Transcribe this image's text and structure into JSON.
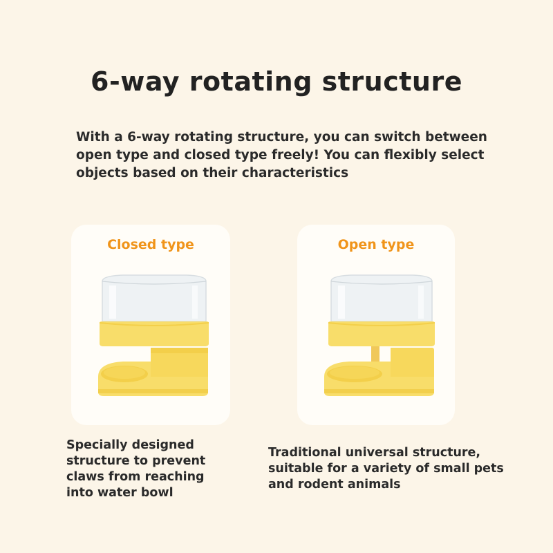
{
  "heading": "6-way rotating structure",
  "intro": "With a 6-way rotating structure, you can switch between open type and closed type freely! You can flexibly select objects based on their characteristics",
  "cards": [
    {
      "label": "Closed type",
      "description": "Specially designed structure to prevent claws from reaching into water bowl"
    },
    {
      "label": "Open type",
      "description": "Traditional universal structure, suitable for a variety of small pets and rodent animals"
    }
  ],
  "colors": {
    "background": "#fcf5e8",
    "card": "#fffdf8",
    "accent": "#f0941a",
    "feeder_yellow": "#f8dd6a"
  }
}
